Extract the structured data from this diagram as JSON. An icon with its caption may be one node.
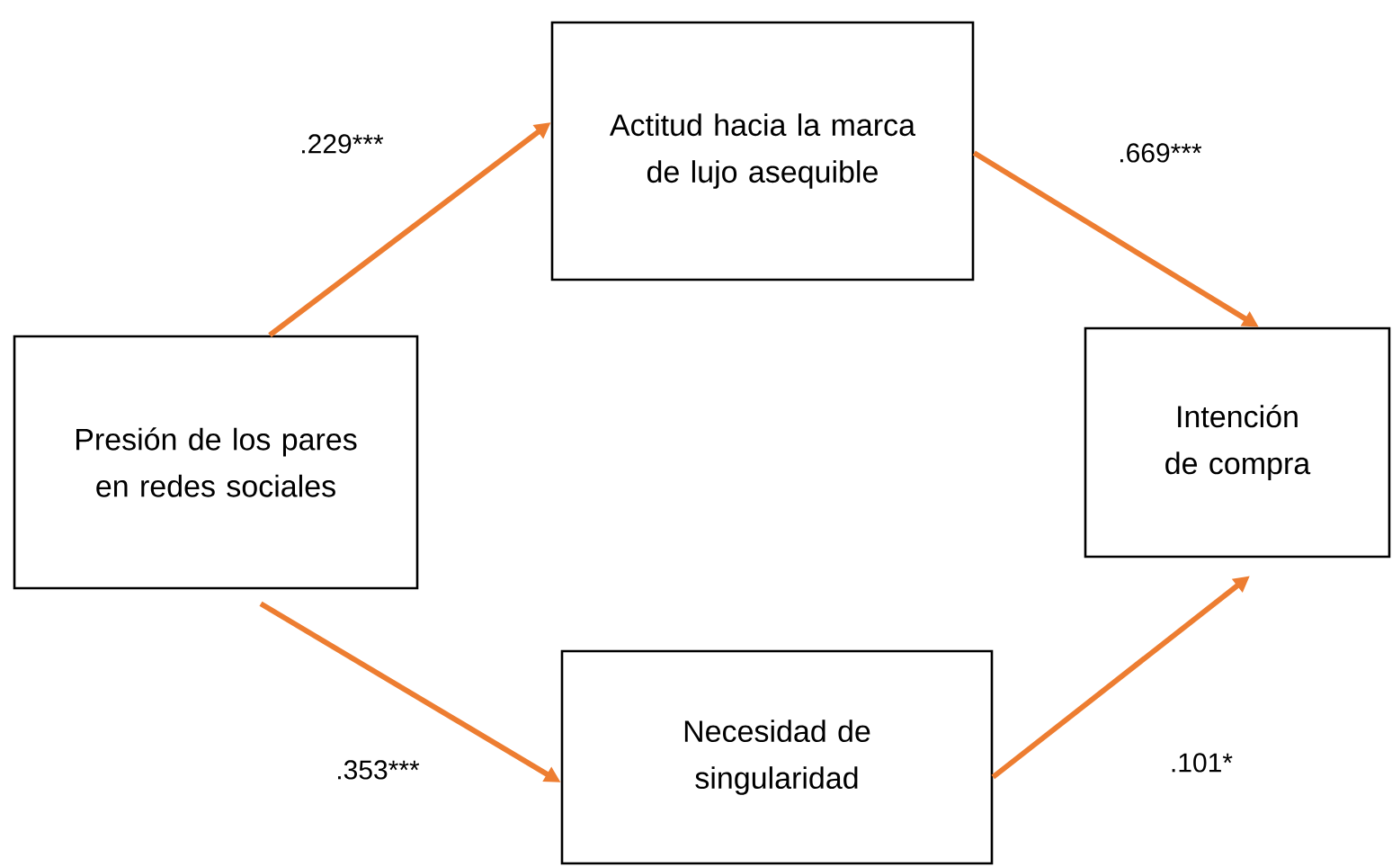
{
  "diagram": {
    "nodes": [
      {
        "text": [
          "Presión de los pares en redes sociales"
        ]
      },
      {
        "text": [
          "Actitud hacia la marca de lujo asequible"
        ]
      },
      {
        "text": [
          "Intención de compra"
        ]
      },
      {
        "text": [
          "Necesidad de singularidad"
        ]
      }
    ],
    "edges": [
      {
        "from": 0,
        "to": 1,
        "arrow": "to",
        "label": ".229***"
      },
      {
        "from": 1,
        "to": 2,
        "arrow": "to",
        "label": ".669***"
      },
      {
        "from": 0,
        "to": 3,
        "arrow": "to",
        "label": ".353***"
      },
      {
        "from": 3,
        "to": 2,
        "arrow": "to",
        "label": ".101*"
      }
    ]
  }
}
